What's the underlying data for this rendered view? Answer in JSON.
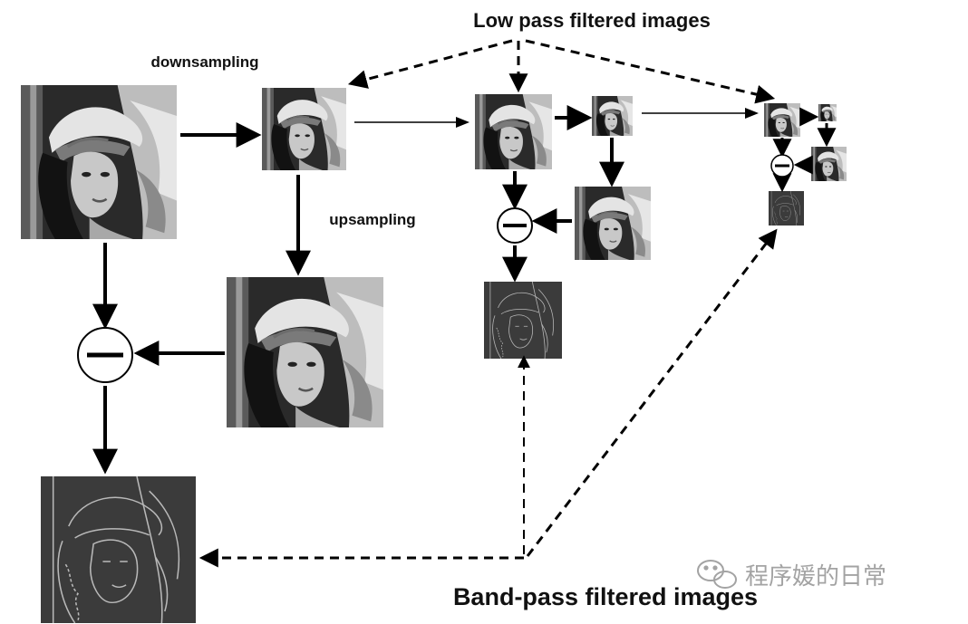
{
  "labels": {
    "top": "Low pass filtered images",
    "downsampling": "downsampling",
    "upsampling": "upsampling",
    "bottom": "Band-pass filtered images"
  },
  "subtract_symbol": "−",
  "watermark": {
    "icon": "wechat-icon",
    "text": "程序媛的日常"
  },
  "colors": {
    "arrow": "#000000",
    "photo_dark": "#1f1f1f",
    "photo_light": "#d8d8d8",
    "band_bg": "#3c3c3c",
    "band_edge": "#cfcfcf"
  }
}
